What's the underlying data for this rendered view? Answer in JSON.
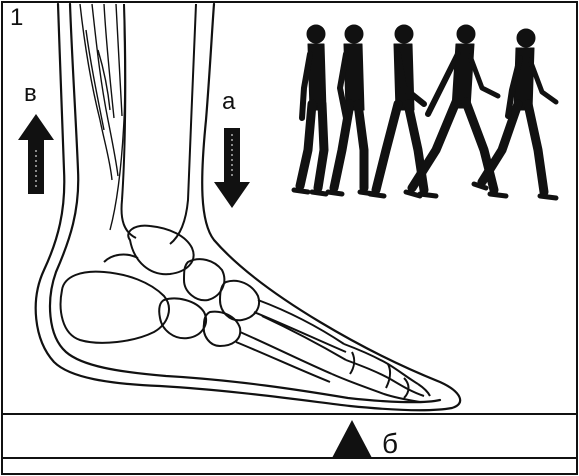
{
  "figure": {
    "panel_number": "1",
    "arrow_up_label": "в",
    "arrow_down_label": "а",
    "ground_label": "б",
    "colors": {
      "ink": "#111111",
      "background": "#ffffff"
    },
    "icons": [
      "arrow-up-icon",
      "arrow-down-icon",
      "triangle-icon",
      "walking-figure-icon"
    ]
  }
}
